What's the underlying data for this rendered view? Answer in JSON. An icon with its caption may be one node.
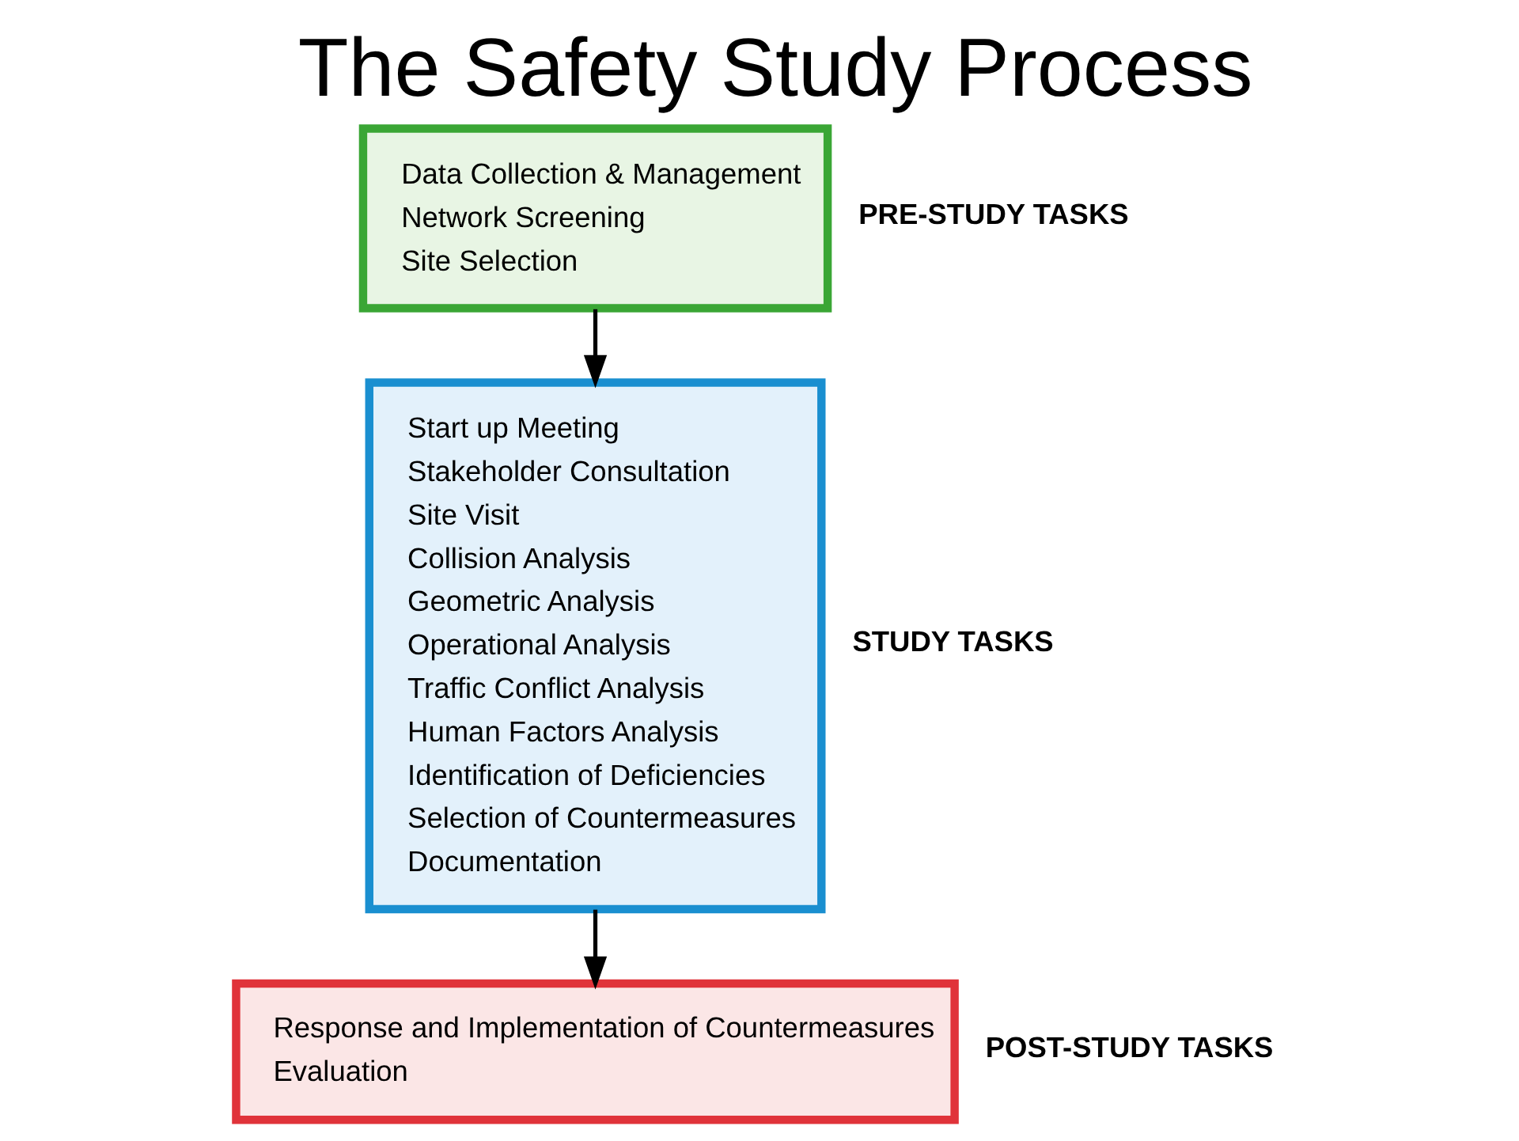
{
  "diagram": {
    "title": "The Safety Study Process",
    "nodes": [
      {
        "text": [
          "Data Collection & Management",
          "Network Screening",
          "Site Selection"
        ],
        "beside": [
          "PRE-STUDY TASKS"
        ]
      },
      {
        "text": [
          "Start up Meeting",
          "Stakeholder Consultation",
          "Site Visit",
          "Collision Analysis",
          "Geometric Analysis",
          "Operational Analysis",
          "Traffic Conflict Analysis",
          "Human Factors Analysis",
          "Identification of Deficiencies",
          "Selection of Countermeasures",
          "Documentation"
        ],
        "beside": [
          "STUDY TASKS"
        ]
      },
      {
        "text": [
          "Response and Implementation of Countermeasures",
          "Evaluation"
        ],
        "beside": [
          "POST-STUDY TASKS"
        ]
      }
    ],
    "edges": [
      {
        "from": 0,
        "to": 1,
        "arrow": "to"
      },
      {
        "from": 1,
        "to": 2,
        "arrow": "to"
      }
    ]
  }
}
